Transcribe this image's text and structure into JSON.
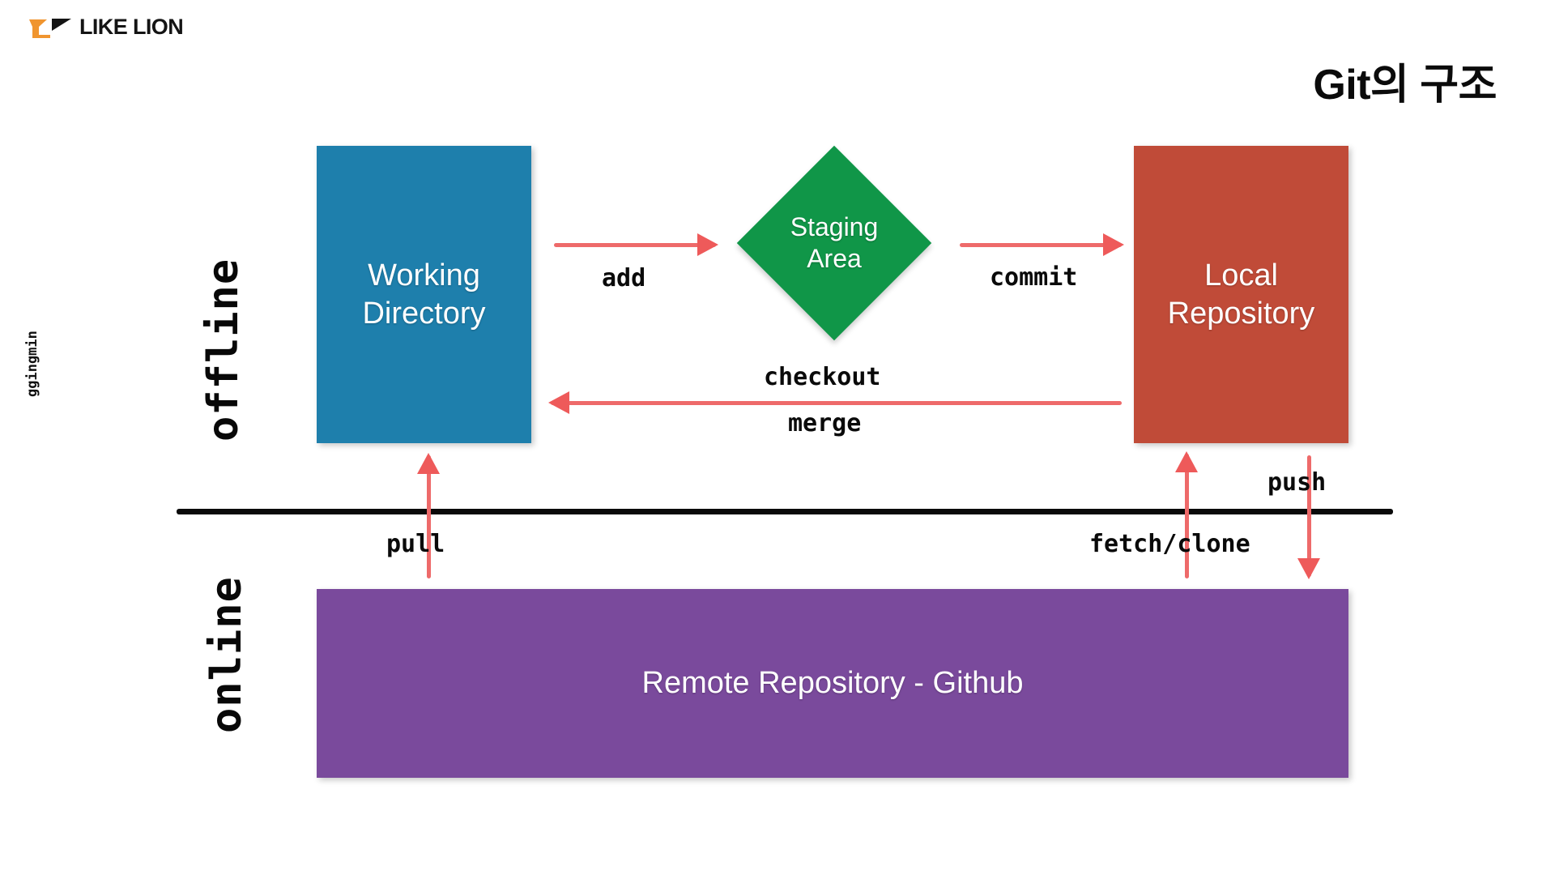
{
  "brand": {
    "name": "LIKE LION",
    "mark_orange": "#F0952F",
    "mark_black": "#141414"
  },
  "title": "Git의 구조",
  "watermark": "ggingmin",
  "sections": [
    {
      "label": "offline"
    },
    {
      "label": "online"
    }
  ],
  "nodes": {
    "working_directory": {
      "label": "Working\nDirectory",
      "color": "#1E7FAC"
    },
    "staging_area": {
      "label": "Staging\nArea",
      "color": "#109648"
    },
    "local_repository": {
      "label": "Local\nRepository",
      "color": "#C04B38"
    },
    "remote_repository": {
      "label": "Remote Repository - Github",
      "color": "#7A4A9C"
    }
  },
  "commands": {
    "add": "add",
    "commit": "commit",
    "checkout": "checkout",
    "merge": "merge",
    "pull": "pull",
    "fetch_clone": "fetch/clone",
    "push": "push"
  },
  "colors": {
    "arrow": "#EE6A6A",
    "arrow_head": "#EE5A5A",
    "divider": "#0A0A0A",
    "text": "#0A0A0A",
    "background": "#FFFFFF"
  }
}
